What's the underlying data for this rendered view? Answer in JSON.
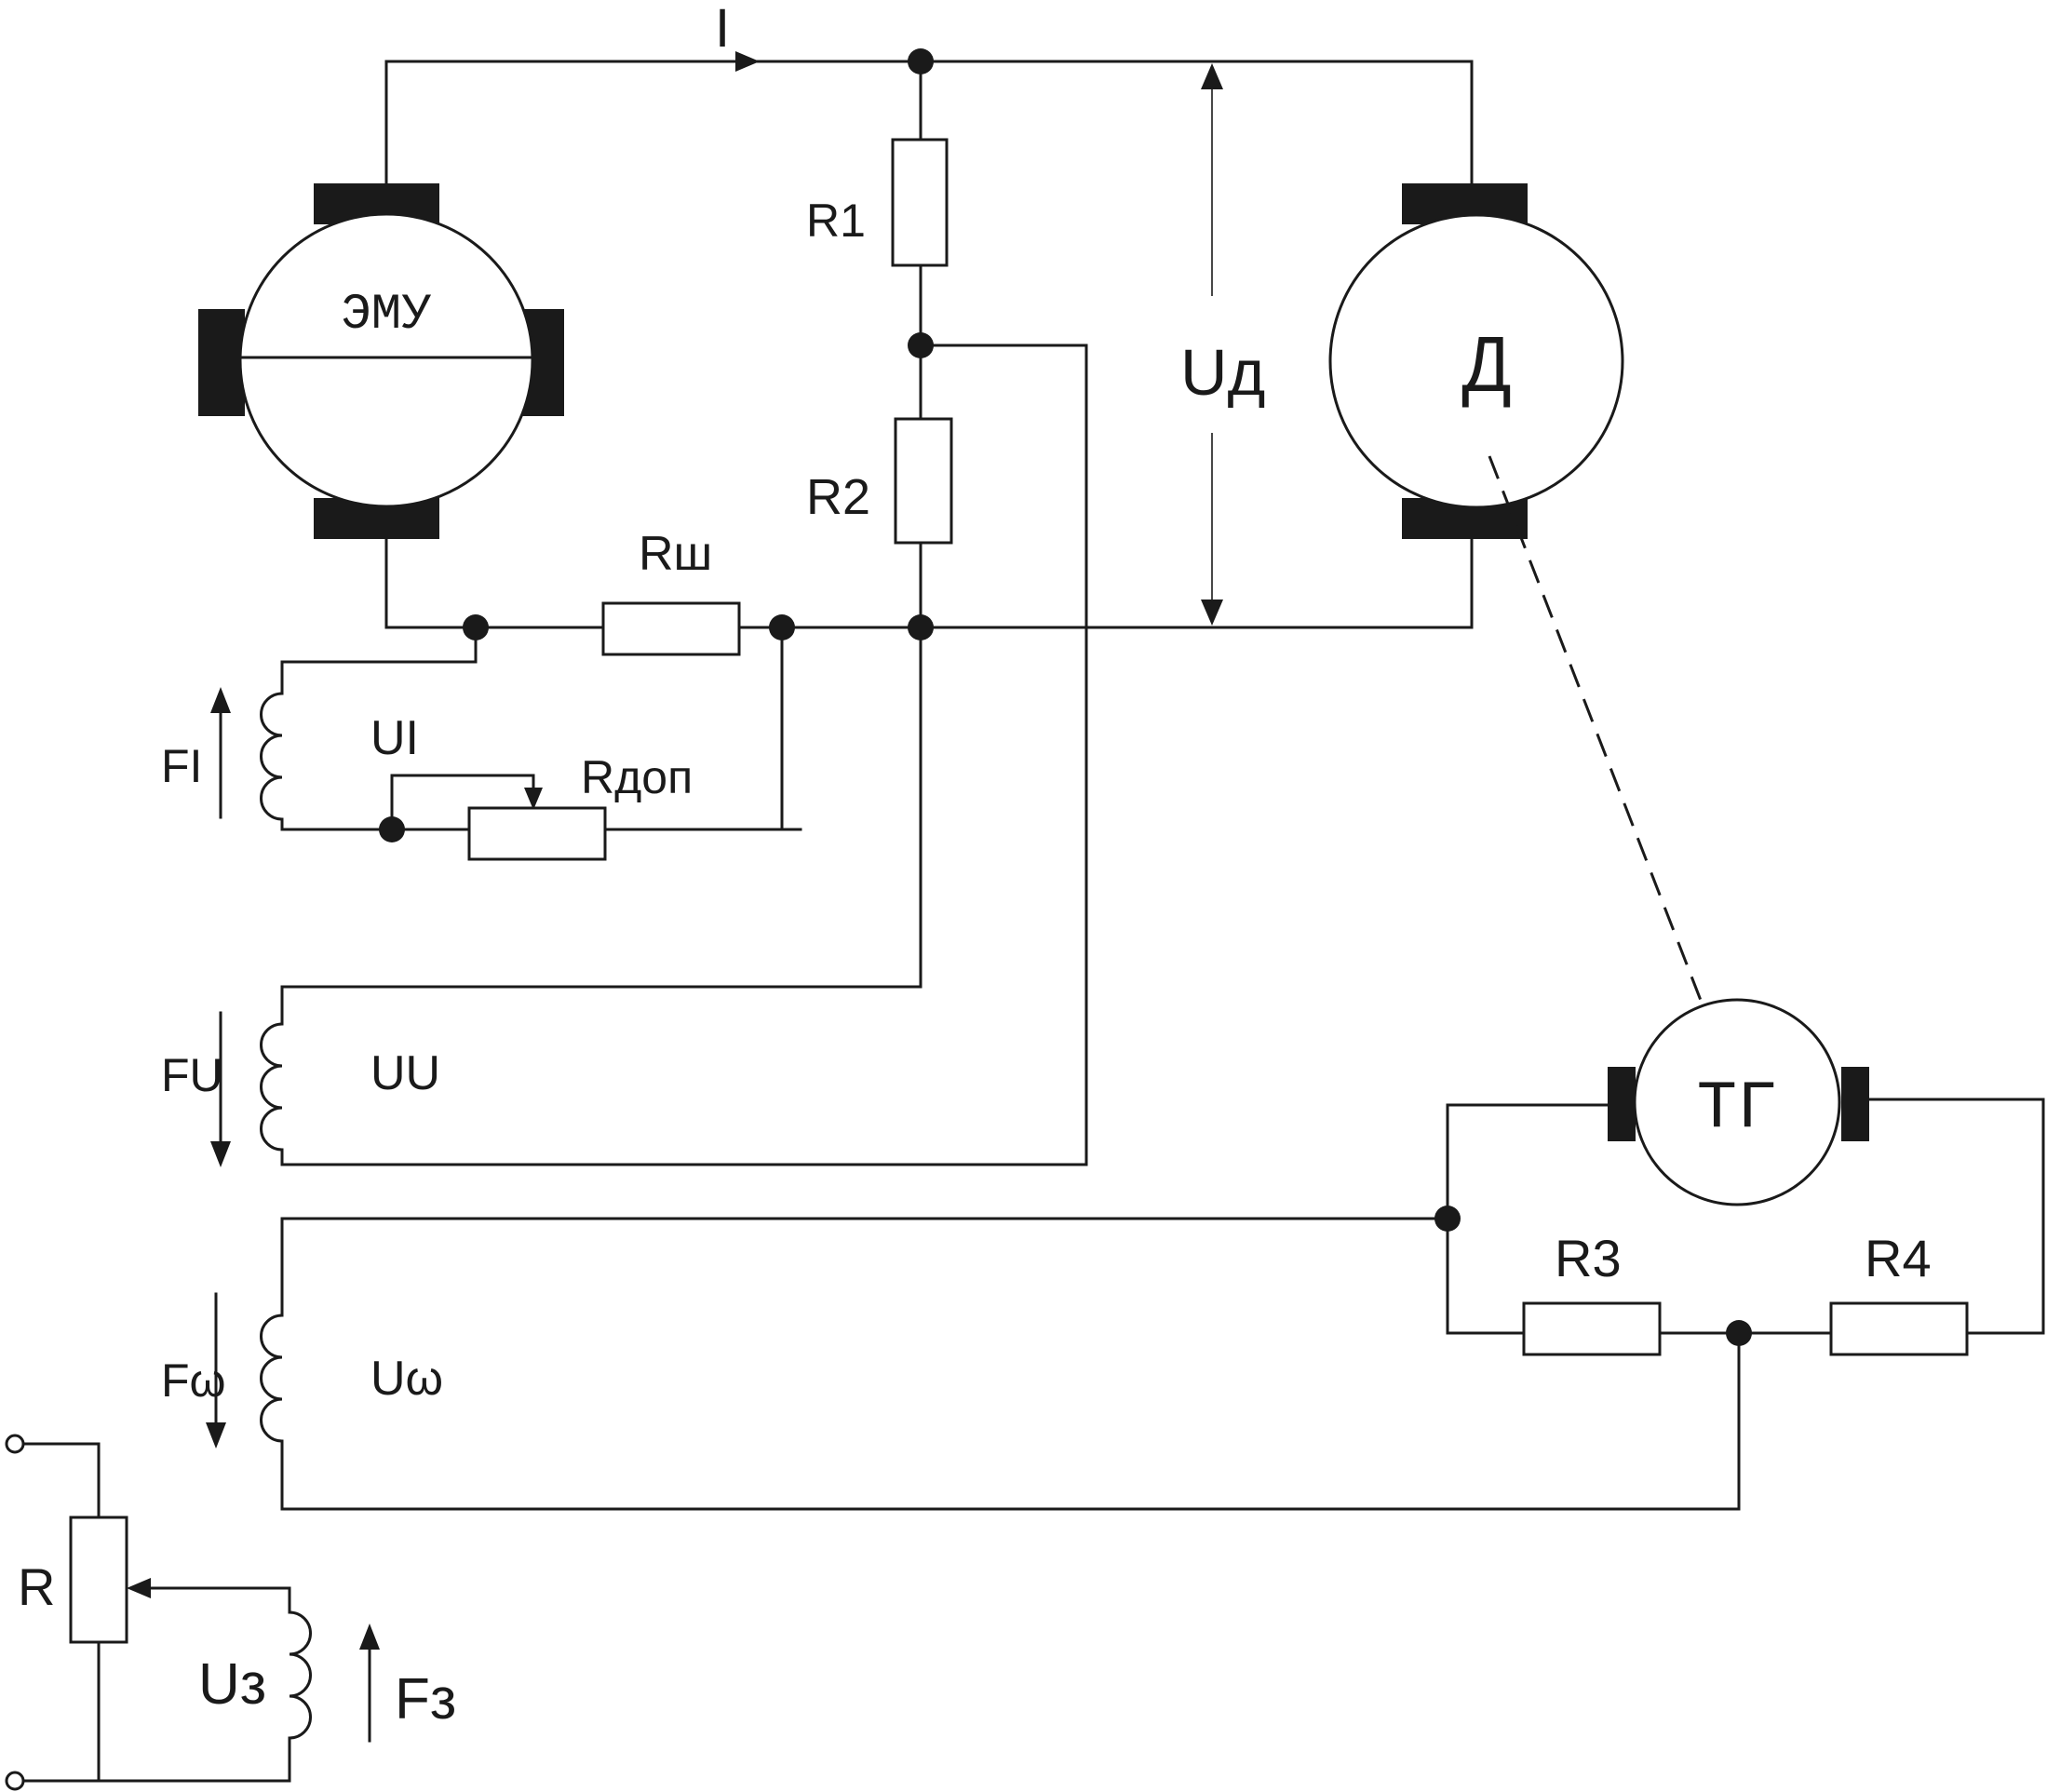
{
  "labels": {
    "current": "I",
    "emu": "ЭМУ",
    "motor": "Д",
    "tachogen": "ТГ",
    "r1": "R1",
    "r2": "R2",
    "r3": "R3",
    "r4": "R4",
    "r_shunt": "Rш",
    "r_add": "Rдоп",
    "r_set": "R",
    "u_motor": "Uд",
    "f_i": "FI",
    "u_i": "UI",
    "f_u": "FU",
    "u_u": "UU",
    "f_w": "Fω",
    "u_w": "Uω",
    "f_z": "Fз",
    "u_z": "Uз"
  }
}
